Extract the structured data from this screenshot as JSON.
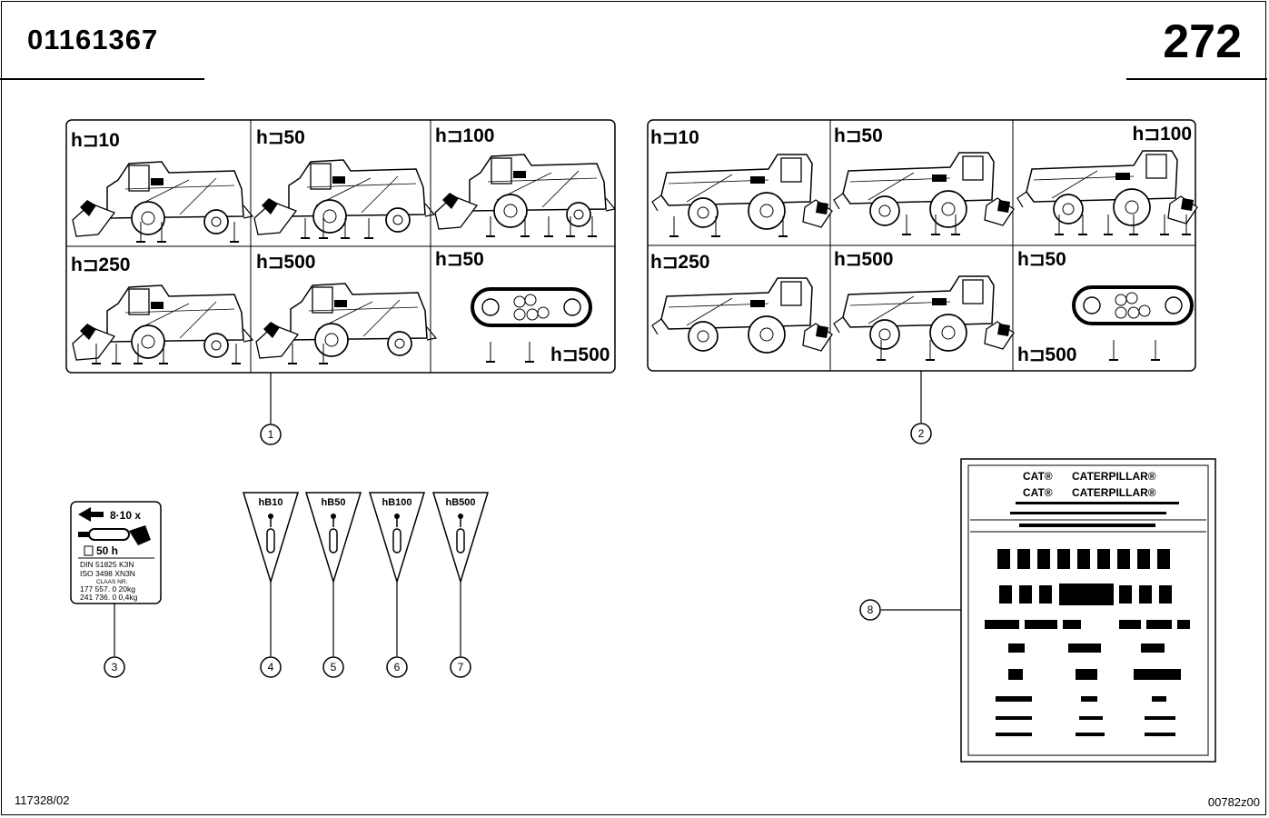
{
  "header": {
    "doc_number": "01161367",
    "page_number": "272"
  },
  "footer": {
    "left_ref": "117328/02",
    "right_ref": "00782z00"
  },
  "label_sheet_1": {
    "callout": "1",
    "cells": [
      "h⊐10",
      "h⊐50",
      "h⊐100",
      "h⊐250",
      "h⊐500",
      "h⊐50"
    ],
    "track_secondary": "h⊐500"
  },
  "label_sheet_2": {
    "callout": "2",
    "cells": [
      "h⊐10",
      "h⊐50",
      "h⊐100",
      "h⊐250",
      "h⊐500",
      "h⊐50"
    ],
    "track_secondary": "h⊐500"
  },
  "extinguisher_label": {
    "callout": "3",
    "interval": "8·10 x",
    "hours": "50 h",
    "lines": [
      "DIN 51825 K3N",
      "ISO 3498 XN3N",
      "CLAAS NR.",
      "177 557. 0     20kg",
      "241 736. 0    0,4kg"
    ]
  },
  "triangles": [
    {
      "callout": "4",
      "label": "hB10"
    },
    {
      "callout": "5",
      "label": "hB50"
    },
    {
      "callout": "6",
      "label": "hB100"
    },
    {
      "callout": "7",
      "label": "hB500"
    }
  ],
  "plate": {
    "callout": "8",
    "brand_1": "CAT®",
    "brand_2": "CATERPILLAR®",
    "brand_3": "CAT®",
    "brand_4": "CATERPILLAR®"
  }
}
